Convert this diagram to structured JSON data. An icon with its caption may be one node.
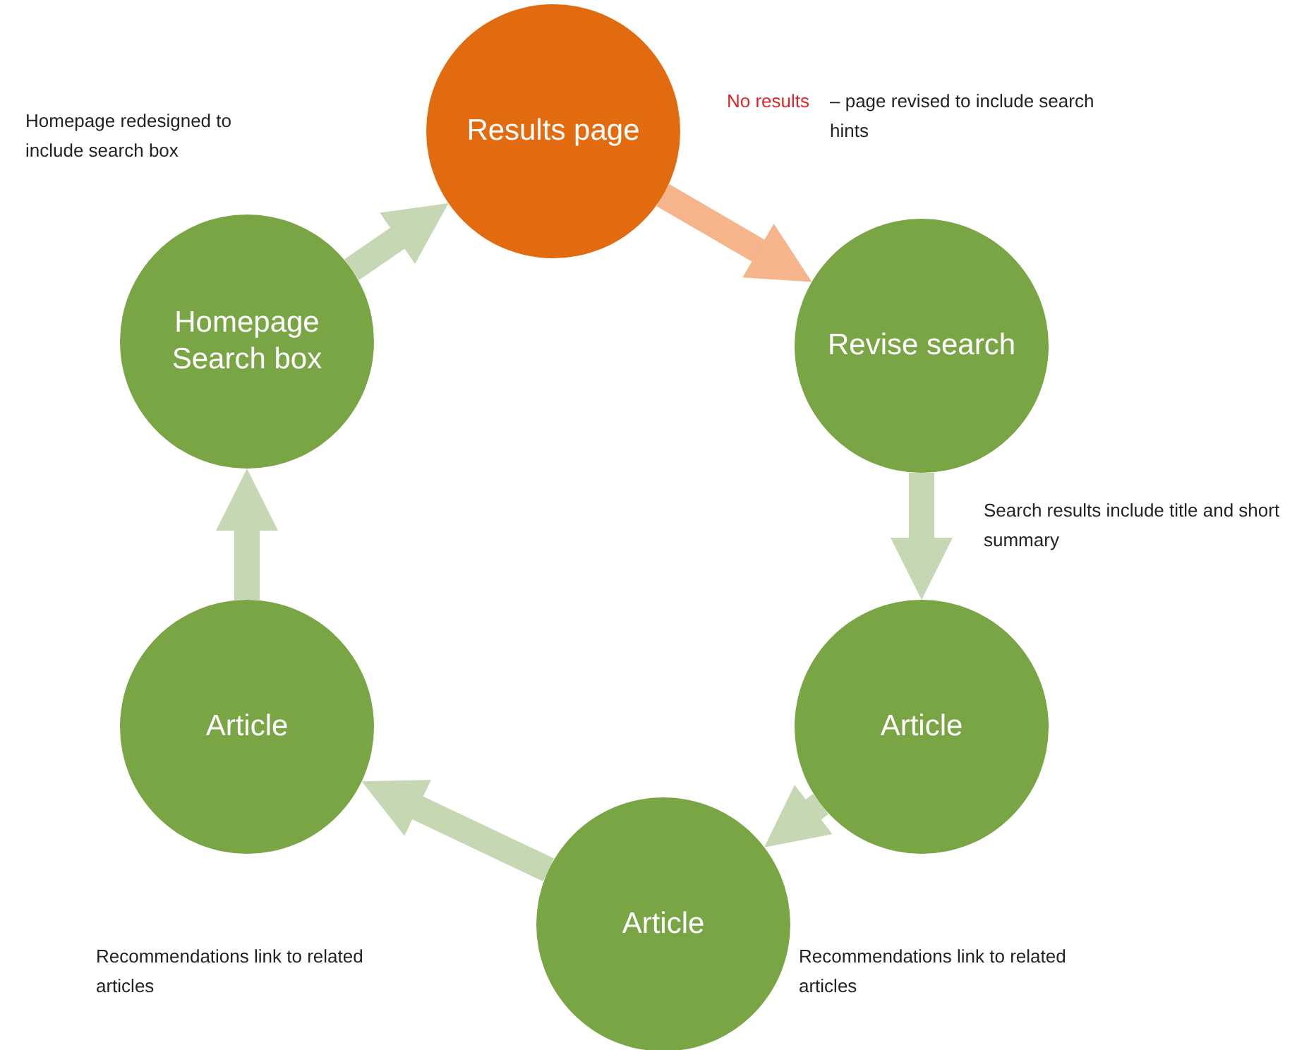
{
  "diagram": {
    "nodes": [
      {
        "text": [
          "Results page"
        ]
      },
      {
        "text": [
          "Homepage Search box"
        ]
      },
      {
        "text": [
          "Revise search"
        ]
      },
      {
        "text": [
          "Article"
        ]
      },
      {
        "text": [
          "Article"
        ]
      },
      {
        "text": [
          "Article"
        ]
      }
    ],
    "edges": [
      {
        "from": 1,
        "to": 0,
        "arrow": "to"
      },
      {
        "from": 0,
        "to": 2,
        "arrow": "to",
        "color": "#f6b48a"
      },
      {
        "from": 2,
        "to": 4,
        "arrow": "to"
      },
      {
        "from": 4,
        "to": 5,
        "arrow": "to"
      },
      {
        "from": 5,
        "to": 3,
        "arrow": "to"
      },
      {
        "from": 3,
        "to": 1,
        "arrow": "to"
      }
    ],
    "labels": [
      "Homepage redesigned to include search box",
      "No results",
      "– page revised to include search hints",
      "Search results include title and short summary",
      "Recommendations link to related articles",
      "Recommendations link to related articles"
    ]
  }
}
